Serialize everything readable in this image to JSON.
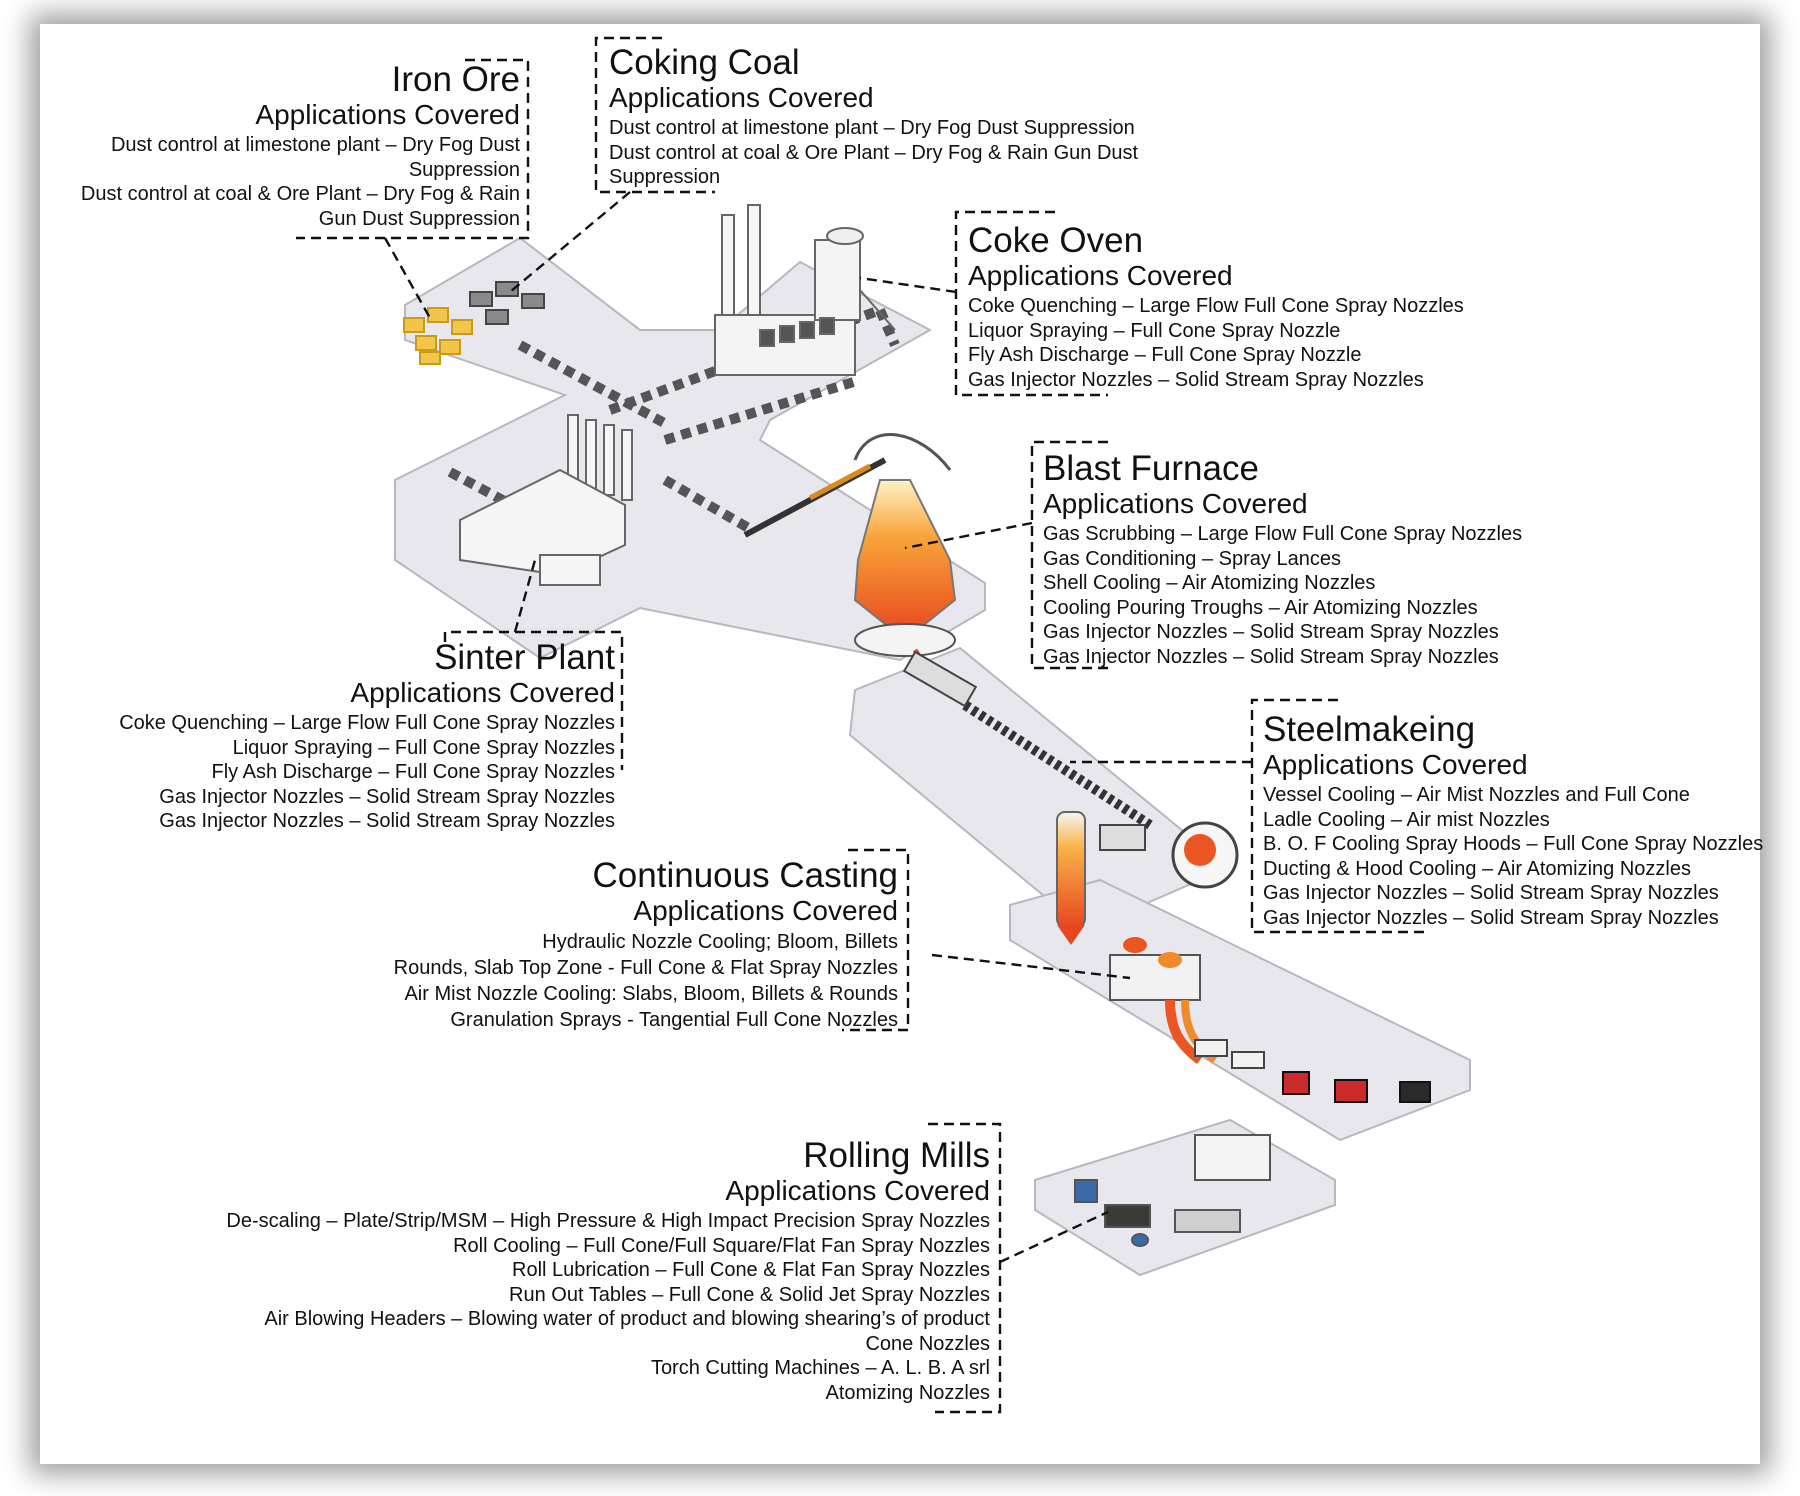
{
  "colors": {
    "floor": "#e9e7ee",
    "floor_edge": "#b9b6c0",
    "road_dash": "#555555",
    "hot_metal": "#ea5522",
    "hot_glow": "#f8b43a",
    "ore_pile": "#f2c64a",
    "dark_block": "#2a2a2a",
    "red_block": "#c92a2a"
  },
  "sections": {
    "iron_ore": {
      "title": "Iron Ore",
      "subtitle": "Applications Covered",
      "items": [
        "Dust control at limestone plant – Dry Fog Dust",
        "Suppression",
        "Dust control at coal & Ore Plant – Dry Fog & Rain",
        "Gun Dust Suppression"
      ]
    },
    "coking_coal": {
      "title": "Coking Coal",
      "subtitle": "Applications Covered",
      "items": [
        "Dust control at limestone plant – Dry Fog Dust Suppression",
        "Dust control at coal & Ore Plant – Dry Fog & Rain Gun Dust",
        "Suppression"
      ]
    },
    "coke_oven": {
      "title": "Coke Oven",
      "subtitle": "Applications Covered",
      "items": [
        "Coke Quenching – Large Flow Full Cone Spray Nozzles",
        "Liquor Spraying – Full Cone Spray Nozzle",
        "Fly Ash Discharge – Full Cone Spray Nozzle",
        "Gas Injector Nozzles – Solid Stream Spray Nozzles"
      ]
    },
    "blast_furnace": {
      "title": "Blast Furnace",
      "subtitle": "Applications Covered",
      "items": [
        "Gas Scrubbing – Large Flow Full Cone Spray Nozzles",
        "Gas Conditioning – Spray Lances",
        "Shell Cooling – Air Atomizing Nozzles",
        "Cooling Pouring Troughs – Air Atomizing Nozzles",
        "Gas Injector Nozzles – Solid Stream Spray Nozzles",
        "Gas Injector Nozzles – Solid Stream Spray Nozzles"
      ]
    },
    "sinter_plant": {
      "title": "Sinter Plant",
      "subtitle": "Applications Covered",
      "items": [
        "Coke Quenching – Large Flow Full Cone Spray Nozzles",
        "Liquor Spraying – Full Cone Spray Nozzles",
        "Fly Ash Discharge – Full Cone Spray Nozzles",
        "Gas Injector Nozzles – Solid Stream Spray Nozzles",
        "Gas Injector Nozzles – Solid Stream Spray Nozzles"
      ]
    },
    "steelmaking": {
      "title": "Steelmakeing",
      "subtitle": "Applications Covered",
      "items": [
        "Vessel Cooling – Air Mist Nozzles and Full Cone",
        "Ladle Cooling – Air mist Nozzles",
        "B. O. F Cooling Spray Hoods – Full Cone Spray Nozzles",
        "Ducting & Hood Cooling – Air Atomizing Nozzles",
        "Gas Injector Nozzles – Solid Stream Spray Nozzles",
        "Gas Injector Nozzles – Solid Stream Spray Nozzles"
      ]
    },
    "continuous_casting": {
      "title": "Continuous Casting",
      "subtitle": "Applications Covered",
      "items": [
        "Hydraulic Nozzle Cooling; Bloom, Billets",
        "Rounds, Slab Top Zone - Full Cone & Flat Spray Nozzles",
        "Air Mist Nozzle Cooling: Slabs, Bloom, Billets & Rounds",
        "Granulation Sprays - Tangential Full Cone Nozzles"
      ]
    },
    "rolling_mills": {
      "title": "Rolling Mills",
      "subtitle": "Applications Covered",
      "items": [
        "De-scaling – Plate/Strip/MSM – High Pressure & High Impact Precision Spray Nozzles",
        "Roll Cooling – Full Cone/Full Square/Flat Fan Spray Nozzles",
        "Roll Lubrication – Full Cone & Flat Fan Spray Nozzles",
        "Run Out Tables – Full Cone & Solid Jet Spray Nozzles",
        "Air Blowing Headers – Blowing water of product and blowing shearing’s of product",
        "Cone Nozzles",
        "Torch Cutting Machines – A. L. B. A srl",
        "Atomizing Nozzles"
      ]
    }
  }
}
